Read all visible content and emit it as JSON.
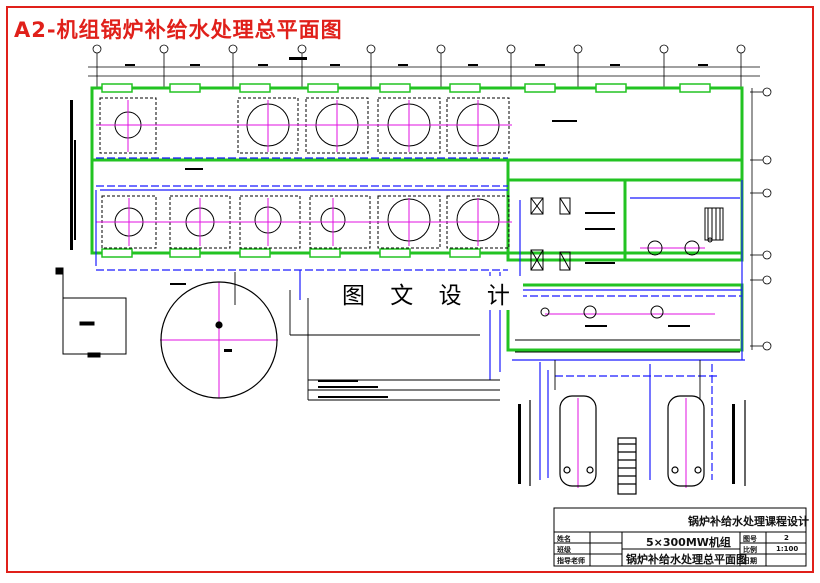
{
  "title": "A2-机组锅炉补给水处理总平面图",
  "watermark": "图 文 设 计",
  "title_block": {
    "project": "锅炉补给水处理课程设计",
    "unit": "5×300MW机组",
    "drawing_name": "锅炉补给水处理总平面图",
    "label_name": "姓名",
    "label_class": "班级",
    "label_teacher": "指导老师",
    "label_drawing_no": "图号",
    "drawing_no": "2",
    "label_scale": "比例",
    "scale": "1:100",
    "label_date": "日期"
  },
  "colors": {
    "frame": "#e0201a",
    "drawing": "#000000",
    "walls": "#22c322",
    "pipes": "#1a1aff",
    "centerlines": "#e010e0",
    "grid": "#e03030"
  }
}
